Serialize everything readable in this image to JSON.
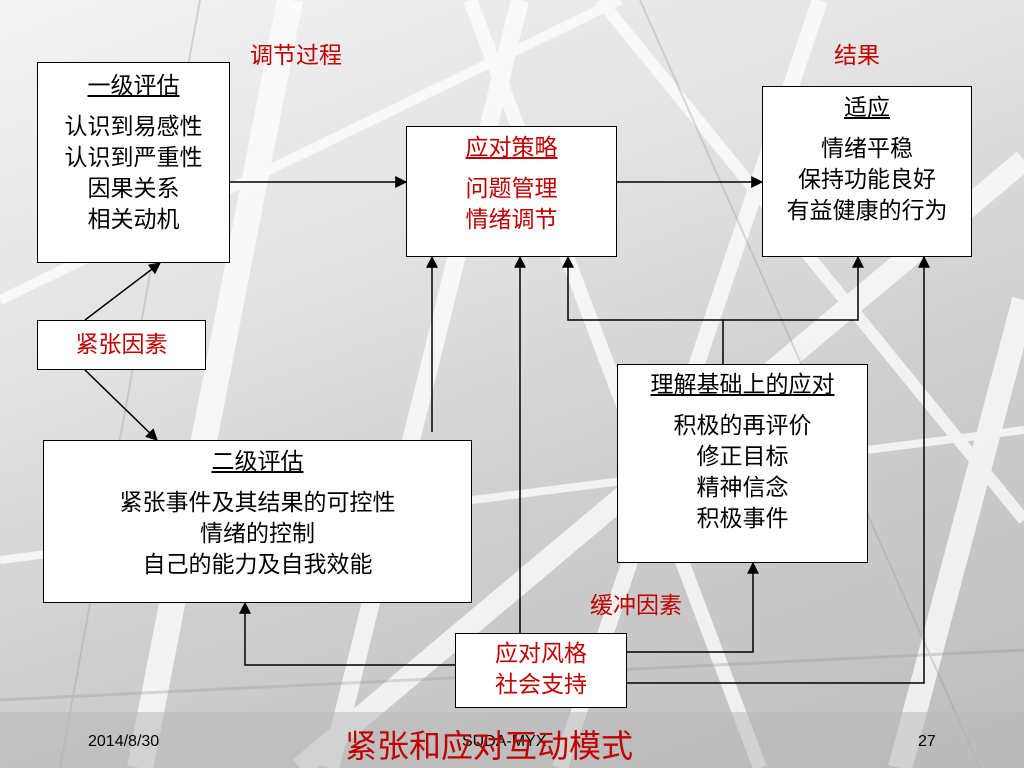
{
  "labels": {
    "process": "调节过程",
    "outcome": "结果",
    "buffer": "缓冲因素"
  },
  "primary": {
    "title": "一级评估",
    "lines": [
      "认识到易感性",
      "认识到严重性",
      "因果关系",
      "相关动机"
    ]
  },
  "stressor": "紧张因素",
  "secondary": {
    "title": "二级评估",
    "lines": [
      "紧张事件及其结果的可控性",
      "情绪的控制",
      "自己的能力及自我效能"
    ]
  },
  "strategy": {
    "title": "应对策略",
    "lines": [
      "问题管理",
      "情绪调节"
    ]
  },
  "adapt": {
    "title": "适应",
    "lines": [
      "情绪平稳",
      "保持功能良好",
      "有益健康的行为"
    ]
  },
  "understanding": {
    "title": "理解基础上的应对",
    "lines": [
      "积极的再评价",
      "修正目标",
      "精神信念",
      "积极事件"
    ]
  },
  "style": {
    "lines": [
      "应对风格",
      "社会支持"
    ]
  },
  "footer": {
    "date": "2014/8/30",
    "center": "SUDA-MYX",
    "page": "27",
    "title": "紧张和应对互动模式"
  },
  "colors": {
    "accent_red": "#c00000"
  }
}
